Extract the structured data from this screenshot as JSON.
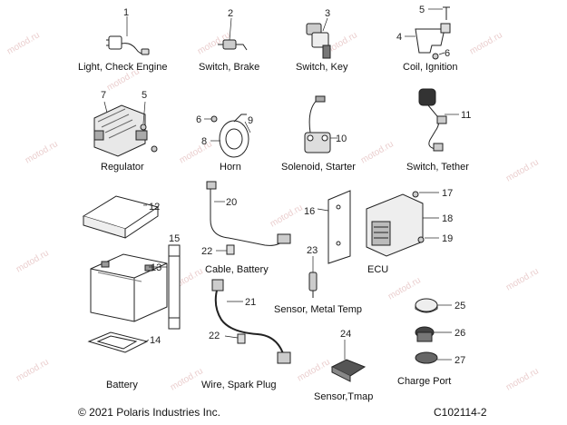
{
  "labels": {
    "light_check_engine": "Light, Check Engine",
    "switch_brake": "Switch, Brake",
    "switch_key": "Switch, Key",
    "coil_ignition": "Coil, Ignition",
    "regulator": "Regulator",
    "horn": "Horn",
    "solenoid_starter": "Solenoid, Starter",
    "switch_tether": "Switch, Tether",
    "cable_battery": "Cable, Battery",
    "ecu": "ECU",
    "sensor_metal_temp": "Sensor, Metal Temp",
    "battery": "Battery",
    "wire_spark_plug": "Wire, Spark Plug",
    "sensor_tmap": "Sensor,Tmap",
    "charge_port": "Charge Port"
  },
  "callouts": [
    "1",
    "2",
    "3",
    "4",
    "5",
    "6",
    "7",
    "8",
    "9",
    "10",
    "11",
    "12",
    "13",
    "14",
    "15",
    "16",
    "17",
    "18",
    "19",
    "20",
    "21",
    "22",
    "23",
    "24",
    "25",
    "26",
    "27"
  ],
  "callout_5_repeat": "5",
  "callout_6_repeat": "6",
  "callout_22_repeat": "22",
  "watermark": "motod.ru",
  "footer": {
    "copyright": "© 2021 Polaris Industries Inc.",
    "figure_id": "C102114-2"
  }
}
